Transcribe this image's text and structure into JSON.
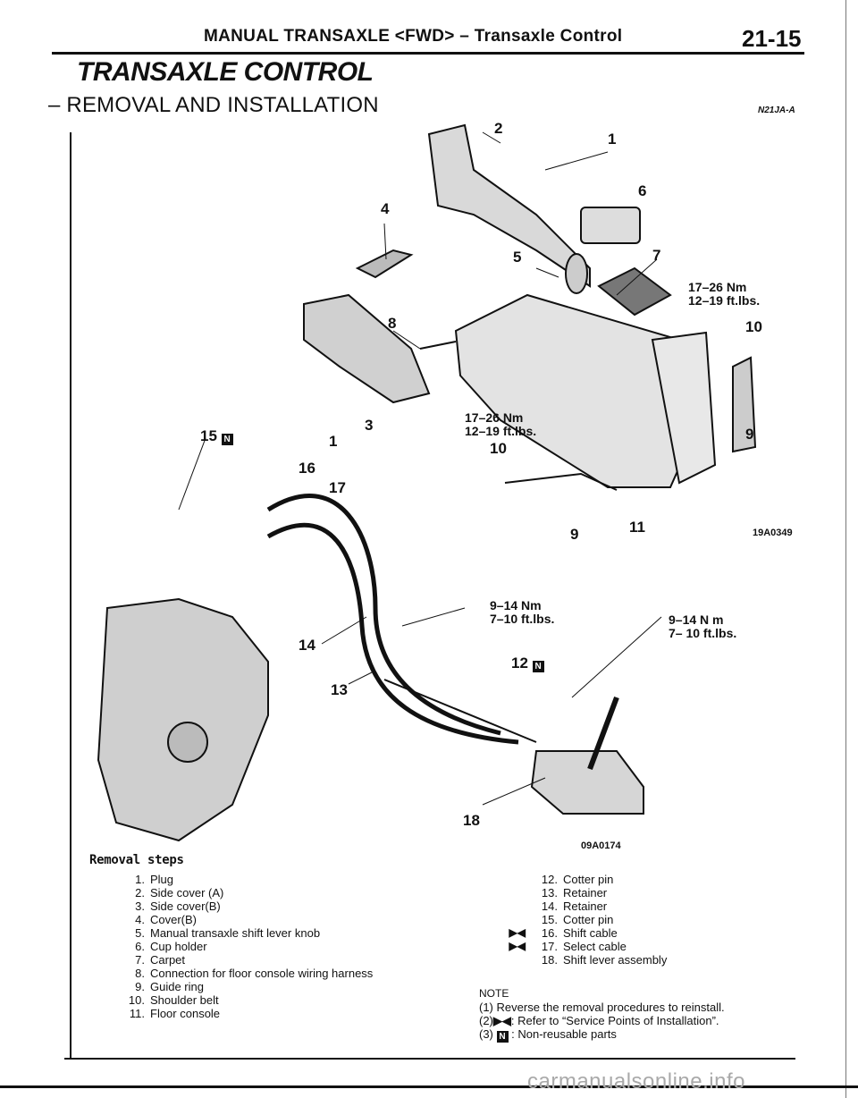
{
  "header": {
    "title": "MANUAL TRANSAXLE <FWD> – Transaxle Control",
    "page_number": "21-15"
  },
  "section_title": "TRANSAXLE CONTROL",
  "subsection_title": "– REMOVAL AND INSTALLATION",
  "figure": {
    "code_top": "N21JA-A",
    "code_mid": "19A0349",
    "code_bottom": "09A0174",
    "callouts": {
      "c1a": "1",
      "c1b": "1",
      "c2": "2",
      "c3": "3",
      "c4": "4",
      "c5": "5",
      "c6": "6",
      "c7": "7",
      "c8": "8",
      "c9a": "9",
      "c9b": "9",
      "c10a": "10",
      "c10b": "10",
      "c11": "11",
      "c12": "12",
      "c13": "13",
      "c14": "14",
      "c15": "15",
      "c16": "16",
      "c17": "17",
      "c18": "18"
    },
    "torque": {
      "t1_nm": "17–26 Nm",
      "t1_ft": "12–19 ft.lbs.",
      "t2_nm": "17–26 Nm",
      "t2_ft": "12–19 ft.lbs.",
      "t3_nm": "9–14 Nm",
      "t3_ft": "7–10 ft.lbs.",
      "t4_nm": "9–14 N m",
      "t4_ft": "7– 10 ft.lbs."
    },
    "n_badge": "N"
  },
  "removal": {
    "title": "Removal steps",
    "left": [
      {
        "num": "1.",
        "text": "Plug"
      },
      {
        "num": "2.",
        "text": "Side cover (A)"
      },
      {
        "num": "3.",
        "text": "Side cover(B)"
      },
      {
        "num": "4.",
        "text": "Cover(B)"
      },
      {
        "num": "5.",
        "text": "Manual transaxle shift lever knob"
      },
      {
        "num": "6.",
        "text": "Cup holder"
      },
      {
        "num": "7.",
        "text": "Carpet"
      },
      {
        "num": "8.",
        "text": "Connection for floor console wiring harness"
      },
      {
        "num": "9.",
        "text": "Guide ring"
      },
      {
        "num": "10.",
        "text": "Shoulder belt"
      },
      {
        "num": "11.",
        "text": "Floor console"
      }
    ],
    "right": [
      {
        "mark": "",
        "num": "12.",
        "text": "Cotter pin"
      },
      {
        "mark": "",
        "num": "13.",
        "text": "Retainer"
      },
      {
        "mark": "",
        "num": "14.",
        "text": "Retainer"
      },
      {
        "mark": "",
        "num": "15.",
        "text": "Cotter pin"
      },
      {
        "mark": "▶◀",
        "num": "16.",
        "text": "Shift cable"
      },
      {
        "mark": "▶◀",
        "num": "17.",
        "text": "Select cable"
      },
      {
        "mark": "",
        "num": "18.",
        "text": "Shift lever assembly"
      }
    ]
  },
  "note": {
    "head": "NOTE",
    "n1_label": "(1)",
    "n1_text": "Reverse the removal procedures to reinstall.",
    "n2_label": "(2)",
    "n2_mark": "▶◀",
    "n2_text": ": Refer to “Service Points of Installation”.",
    "n3_label": "(3)",
    "n3_badge": "N",
    "n3_text": ": Non-reusable parts"
  },
  "watermark": "carmanualsonline.info"
}
